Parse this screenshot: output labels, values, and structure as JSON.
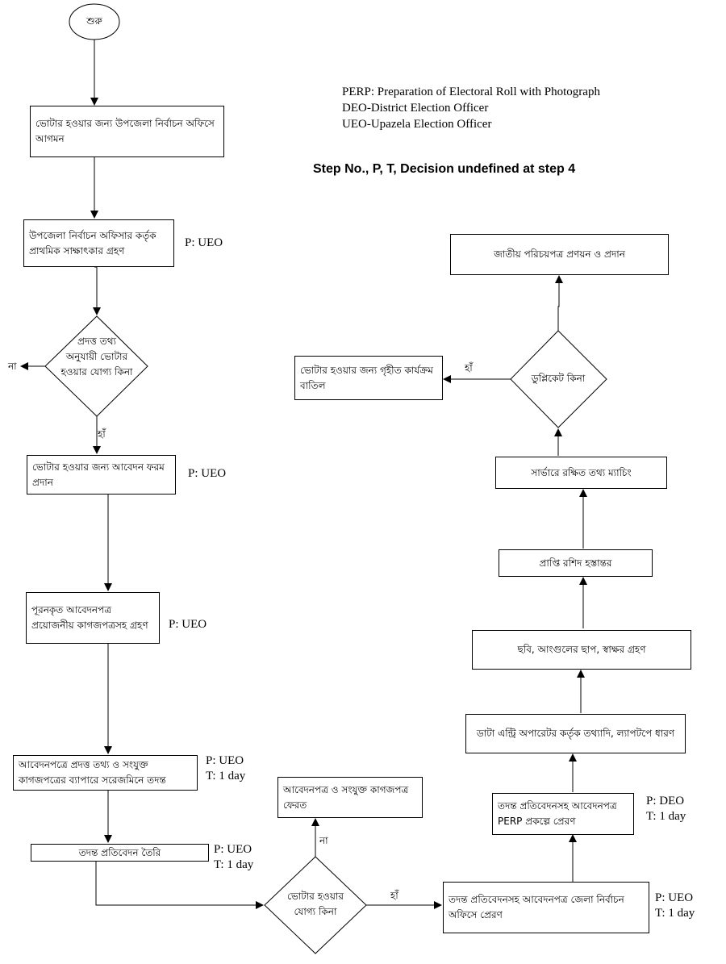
{
  "legend": {
    "line1": "PERP: Preparation of Electoral Roll with Photograph",
    "line2": "DEO-District Election Officer",
    "line3": "UEO-Upazela Election Officer"
  },
  "heading": "Step No., P, T, Decision undefined at step 4",
  "start": "শুরু",
  "steps": {
    "s1": "ভোটার হওয়ার জন্য উপজেলা নির্বাচন অফিসে আগমন",
    "s2": "উপজেলা নির্বাচন অফিসার কর্তৃক প্রাথমিক সাক্ষাৎকার গ্রহণ",
    "d1": "প্রদত্ত তথ্য অনুযায়ী ভোটার হওয়ার  যোগ্য কিনা",
    "s3": "ভোটার হওয়ার জন্য আবেদন ফরম প্রদান",
    "s4": "পূরনকৃত আবেদনপত্র প্রয়োজনীয় কাগজপত্রসহ গ্রহণ",
    "s5": "আবেদনপত্রে প্রদত্ত তথ্য ও সংযুক্ত কাগজপত্রের ব্যাপারে সরেজমিনে তদন্ত",
    "s6": "তদন্ত প্রতিবেদন তৈরি",
    "d2": "ভোটার হওয়ার যোগ্য কিনা",
    "s7": "আবেদনপত্র ও সংযুক্ত কাগজপত্র ফেরত",
    "s8": "তদন্ত প্রতিবেদনসহ আবেদনপত্র জেলা নির্বাচন অফিসে প্রেরণ",
    "s9": "তদন্ত প্রতিবেদনসহ আবেদনপত্র PERP প্রকল্পে প্রেরণ",
    "s10": "ডাটা এন্ট্রি অপারেটর কর্তৃক তথ্যাদি, ল্যাপটপে ধারণ",
    "s11": "ছবি, আংগুলের ছাপ, স্বাক্ষর গ্রহণ",
    "s12": "প্রাপ্তি রশিদ হস্তান্তর",
    "s13": "সার্ভারে রক্ষিত তথ্য ম্যাচিং",
    "d3": "ডুপ্লিকেট কিনা",
    "s14": "ভোটার হওয়ার জন্য গৃহীত কার্যক্রম বাতিল",
    "s15": "জাতীয় পরিচয়পত্র প্রণয়ন ও প্রদান"
  },
  "edge_labels": {
    "d1_no": "না",
    "d1_yes": "হাঁ",
    "d2_no": "না",
    "d2_yes": "হাঁ",
    "d3_yes": "হাঁ"
  },
  "notes": {
    "n_s2": "P: UEO",
    "n_s3": "P: UEO",
    "n_s4": "P: UEO",
    "n_s5": "P: UEO\nT: 1 day",
    "n_s6": "P: UEO\nT: 1 day",
    "n_s8": "P: UEO\nT: 1 day",
    "n_s9": "P: DEO\nT: 1 day"
  }
}
